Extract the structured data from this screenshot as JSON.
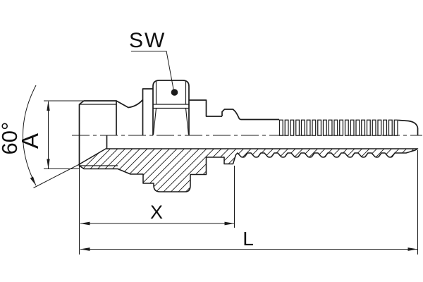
{
  "drawing": {
    "labels": {
      "wrench_size": "SW",
      "cone_angle": "60°",
      "thread_diameter": "A",
      "cutoff_length": "X",
      "overall_length": "L"
    },
    "colors": {
      "line": "#1b1b1b",
      "background": "#ffffff"
    }
  }
}
